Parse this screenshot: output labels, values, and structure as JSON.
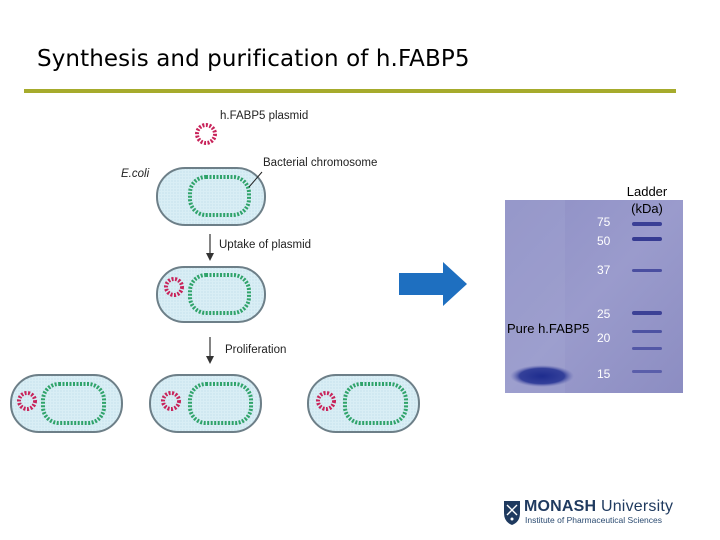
{
  "slide": {
    "title": "Synthesis and purification of h.FABP5"
  },
  "diagram": {
    "plasmid_label": "h.FABP5 plasmid",
    "ecoli_label": "E.coli",
    "chromosome_label": "Bacterial chromosome",
    "uptake_label": "Uptake of plasmid",
    "proliferation_label": "Proliferation"
  },
  "gel": {
    "ladder_label": "Ladder (kDa)",
    "protein_label": "Pure h.FABP5",
    "markers": [
      "75",
      "50",
      "37",
      "25",
      "20",
      "15"
    ]
  },
  "logo": {
    "name_bold": "MONASH",
    "name_regular": " University",
    "subtitle": "Institute of Pharmaceutical Sciences"
  },
  "colors": {
    "accent_rule": "#a6ab2c",
    "arrow_blue": "#1e6fc0",
    "plasmid": "#c8235a",
    "chromosome": "#2fa36a",
    "cell_fill": "#d6ecf3",
    "gel": "#8e8fc4"
  }
}
